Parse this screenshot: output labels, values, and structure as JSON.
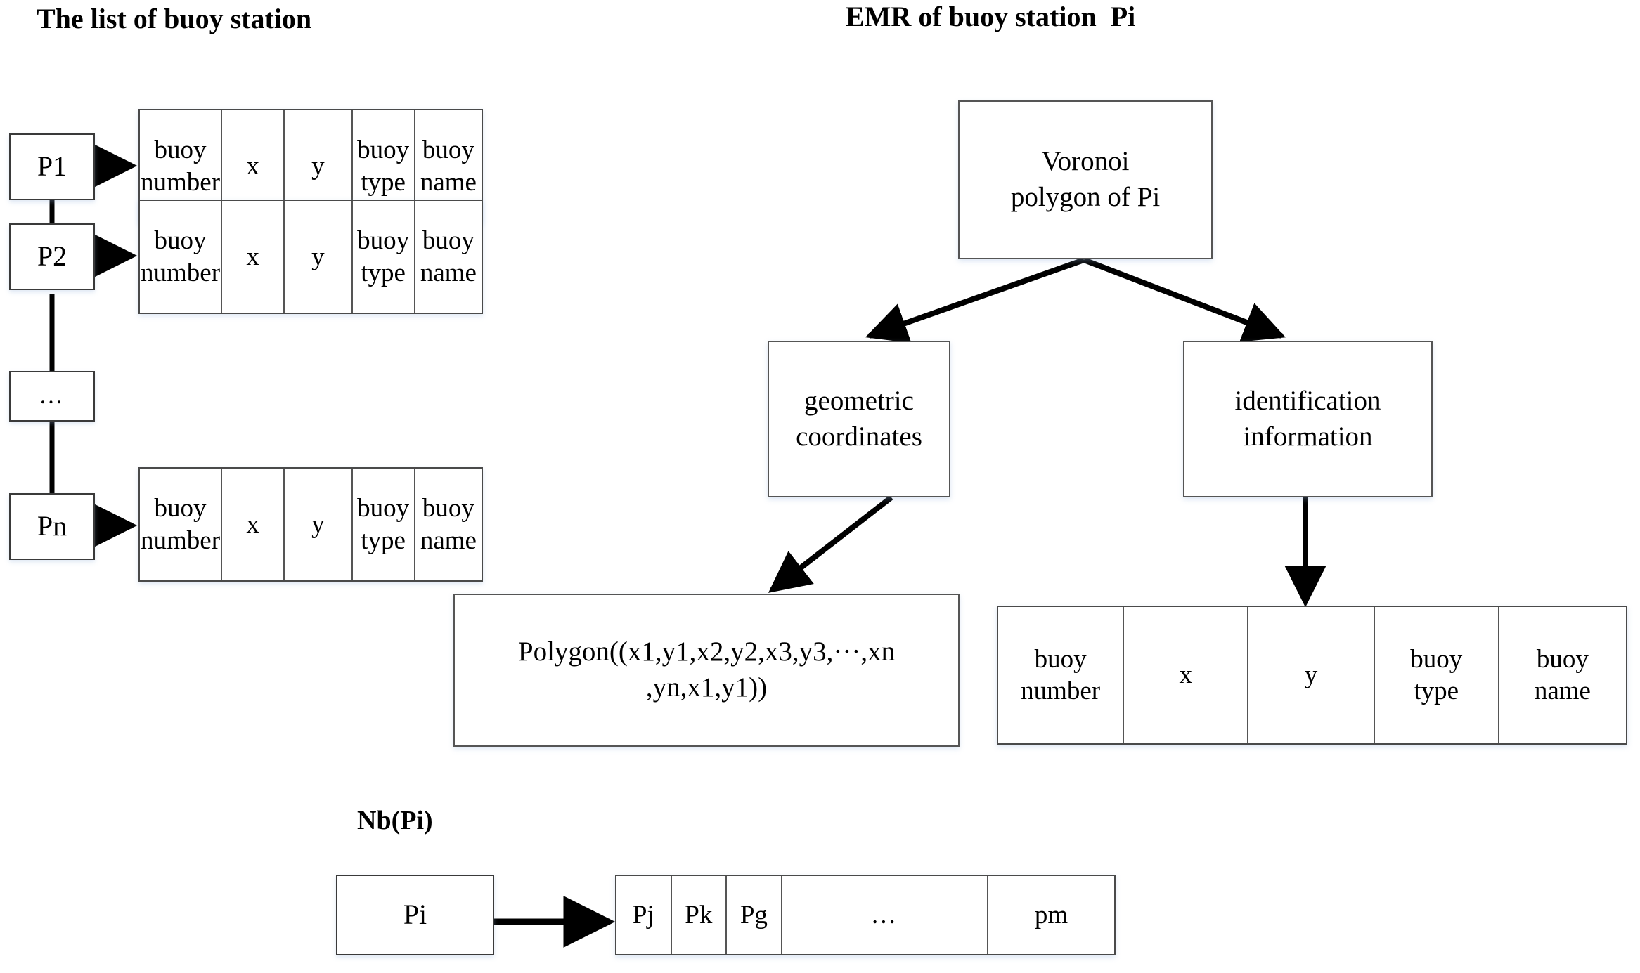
{
  "headings": {
    "left": "The list of buoy station",
    "right": "EMR of buoy station  Pi",
    "nb": "Nb(Pi)"
  },
  "station_list": {
    "nodes": [
      {
        "label": "P1"
      },
      {
        "label": "P2"
      },
      {
        "label": "..."
      },
      {
        "label": "Pn"
      }
    ],
    "record_columns": [
      "buoy\nnumber",
      "x",
      "y",
      "buoy\ntype",
      "buoy\nname"
    ],
    "records": [
      {
        "for": "P1",
        "cells": [
          "buoy\nnumber",
          "x",
          "y",
          "buoy\ntype",
          "buoy\nname"
        ]
      },
      {
        "for": "P2",
        "cells": [
          "buoy\nnumber",
          "x",
          "y",
          "buoy\ntype",
          "buoy\nname"
        ]
      },
      {
        "for": "Pn",
        "cells": [
          "buoy\nnumber",
          "x",
          "y",
          "buoy\ntype",
          "buoy\nname"
        ]
      }
    ]
  },
  "emr": {
    "root": "Voronoi\npolygon of Pi",
    "children": [
      {
        "label": "geometric\ncoordinates"
      },
      {
        "label": "identification\ninformation"
      }
    ],
    "polygon_value": "Polygon((x1,y1,x2,y2,x3,y3,···,xn\n,yn,x1,y1))",
    "identification_columns": [
      "buoy\nnumber",
      "x",
      "y",
      "buoy\ntype",
      "buoy\nname"
    ]
  },
  "neighbors": {
    "source": "Pi",
    "cells": [
      "Pj",
      "Pk",
      "Pg",
      "...",
      "pm"
    ]
  },
  "colors": {
    "background": "#ffffff",
    "stroke": "#000000",
    "box_border": "#4a4a4a",
    "text": "#000000",
    "shadow": "#c8dcf0"
  }
}
